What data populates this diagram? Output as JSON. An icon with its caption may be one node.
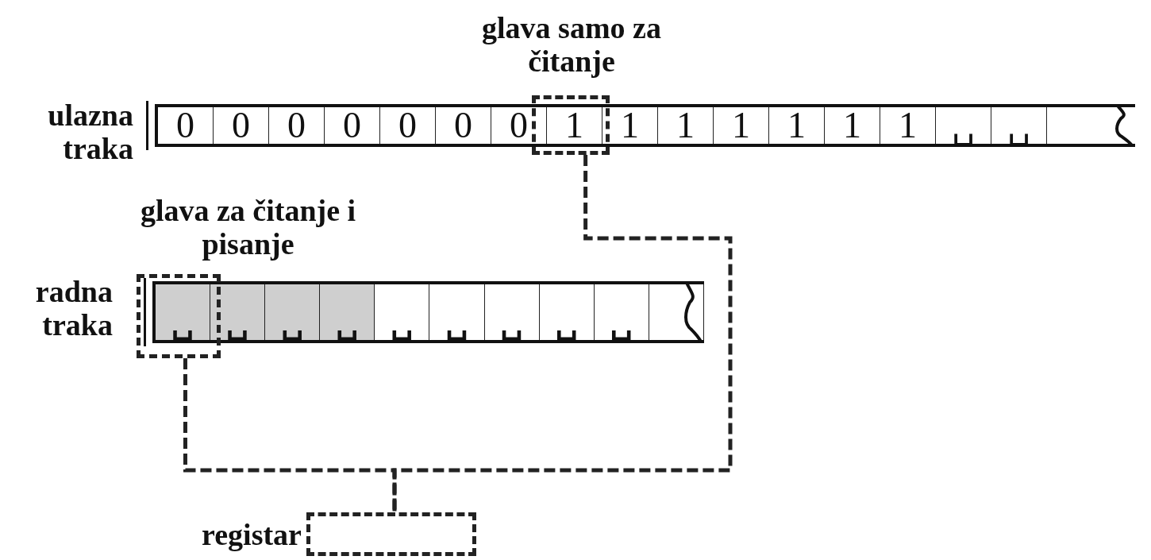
{
  "diagram": {
    "nodes": [
      {
        "text": [
          "ulazna traka"
        ]
      },
      {
        "text": [
          "glava samo za čitanje"
        ]
      },
      {
        "text": [
          "radna traka"
        ]
      },
      {
        "text": [
          "glava za čitanje i pisanje"
        ]
      },
      {
        "text": [
          "registar"
        ]
      }
    ],
    "edges": [
      {
        "from": 1,
        "to": 4,
        "arrow": "none",
        "style": "dashed"
      },
      {
        "from": 3,
        "to": 4,
        "arrow": "none",
        "style": "dashed"
      }
    ],
    "labels": [
      "0",
      "0",
      "0",
      "0",
      "0",
      "0",
      "0",
      "1",
      "1",
      "1",
      "1",
      "1",
      "1",
      "1",
      "␣",
      "␣",
      "␣",
      "␣",
      "␣",
      "␣",
      "␣",
      "␣",
      "␣",
      "␣",
      "␣"
    ]
  }
}
